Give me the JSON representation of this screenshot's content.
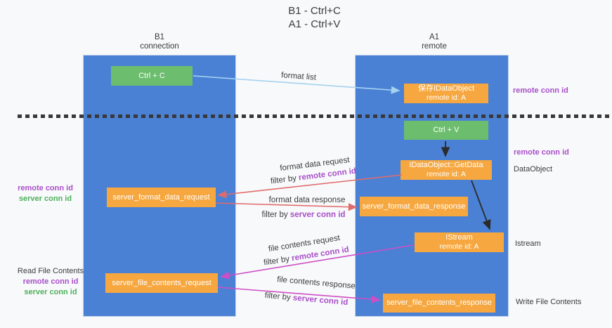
{
  "title": {
    "line1": "B1 - Ctrl+C",
    "line2": "A1 - Ctrl+V"
  },
  "lifelines": {
    "left": {
      "name_line": "B1",
      "role_line": "connection"
    },
    "right": {
      "name_line": "A1",
      "role_line": "remote"
    }
  },
  "boxes": {
    "ctrl_c": {
      "label": "Ctrl + C"
    },
    "ctrl_v": {
      "label": "Ctrl + V"
    },
    "save_idataobject": {
      "line1": "保存IDataObject",
      "line2": "remote id: A"
    },
    "getdata": {
      "line1": "IDataObject::GetData",
      "line2": "remote id: A"
    },
    "istream": {
      "line1": "IStream",
      "line2": "remote id: A"
    },
    "server_format_data_request": {
      "label": "server_format_data_request"
    },
    "server_format_data_response": {
      "label": "server_format_data_response"
    },
    "server_file_contents_request": {
      "label": "server_file_contents_request"
    },
    "server_file_contents_response": {
      "label": "server_file_contents_response"
    }
  },
  "messages": {
    "format_list": {
      "label": "format list"
    },
    "format_data_request": {
      "line1": "format data request",
      "filter_prefix": "filter by ",
      "filter_highlight": "remote conn id"
    },
    "format_data_response": {
      "line1": "format data response",
      "filter_prefix": "filter by ",
      "filter_highlight": "server conn id"
    },
    "file_contents_request": {
      "line1": "file contents request",
      "filter_prefix": "filter by ",
      "filter_highlight": "remote conn id"
    },
    "file_contents_response": {
      "line1": "file contents response",
      "filter_prefix": "filter by ",
      "filter_highlight": "server conn id"
    }
  },
  "side_labels": {
    "right_remote_conn_id_top": "remote conn id",
    "right_remote_conn_id_mid": "remote conn id",
    "right_dataobject": "DataObject",
    "right_istream": "Istream",
    "right_write_file_contents": "Write File Contents",
    "left_top": {
      "remote": "remote conn id",
      "server": "server conn id"
    },
    "left_bottom": {
      "title": "Read File Contents",
      "remote": "remote conn id",
      "server": "server conn id"
    }
  },
  "icons": {
    "arrows": [
      "format-list-arrow",
      "ctrlv-to-getdata-arrow",
      "format-data-request-arrow",
      "format-data-response-arrow",
      "getdata-to-istream-arrow",
      "file-contents-request-arrow",
      "file-contents-response-arrow"
    ]
  },
  "colors": {
    "column_blue": "#4a81d5",
    "box_green": "#6cbe6e",
    "box_orange": "#f6a73f",
    "arrow_blue": "#a5d2ef",
    "arrow_red": "#e06b6b",
    "arrow_magenta": "#ce4ec6",
    "arrow_black": "#2b2b2b",
    "label_purple": "#a84fc8",
    "label_green": "#4db05a",
    "background": "#f8f9fb"
  }
}
